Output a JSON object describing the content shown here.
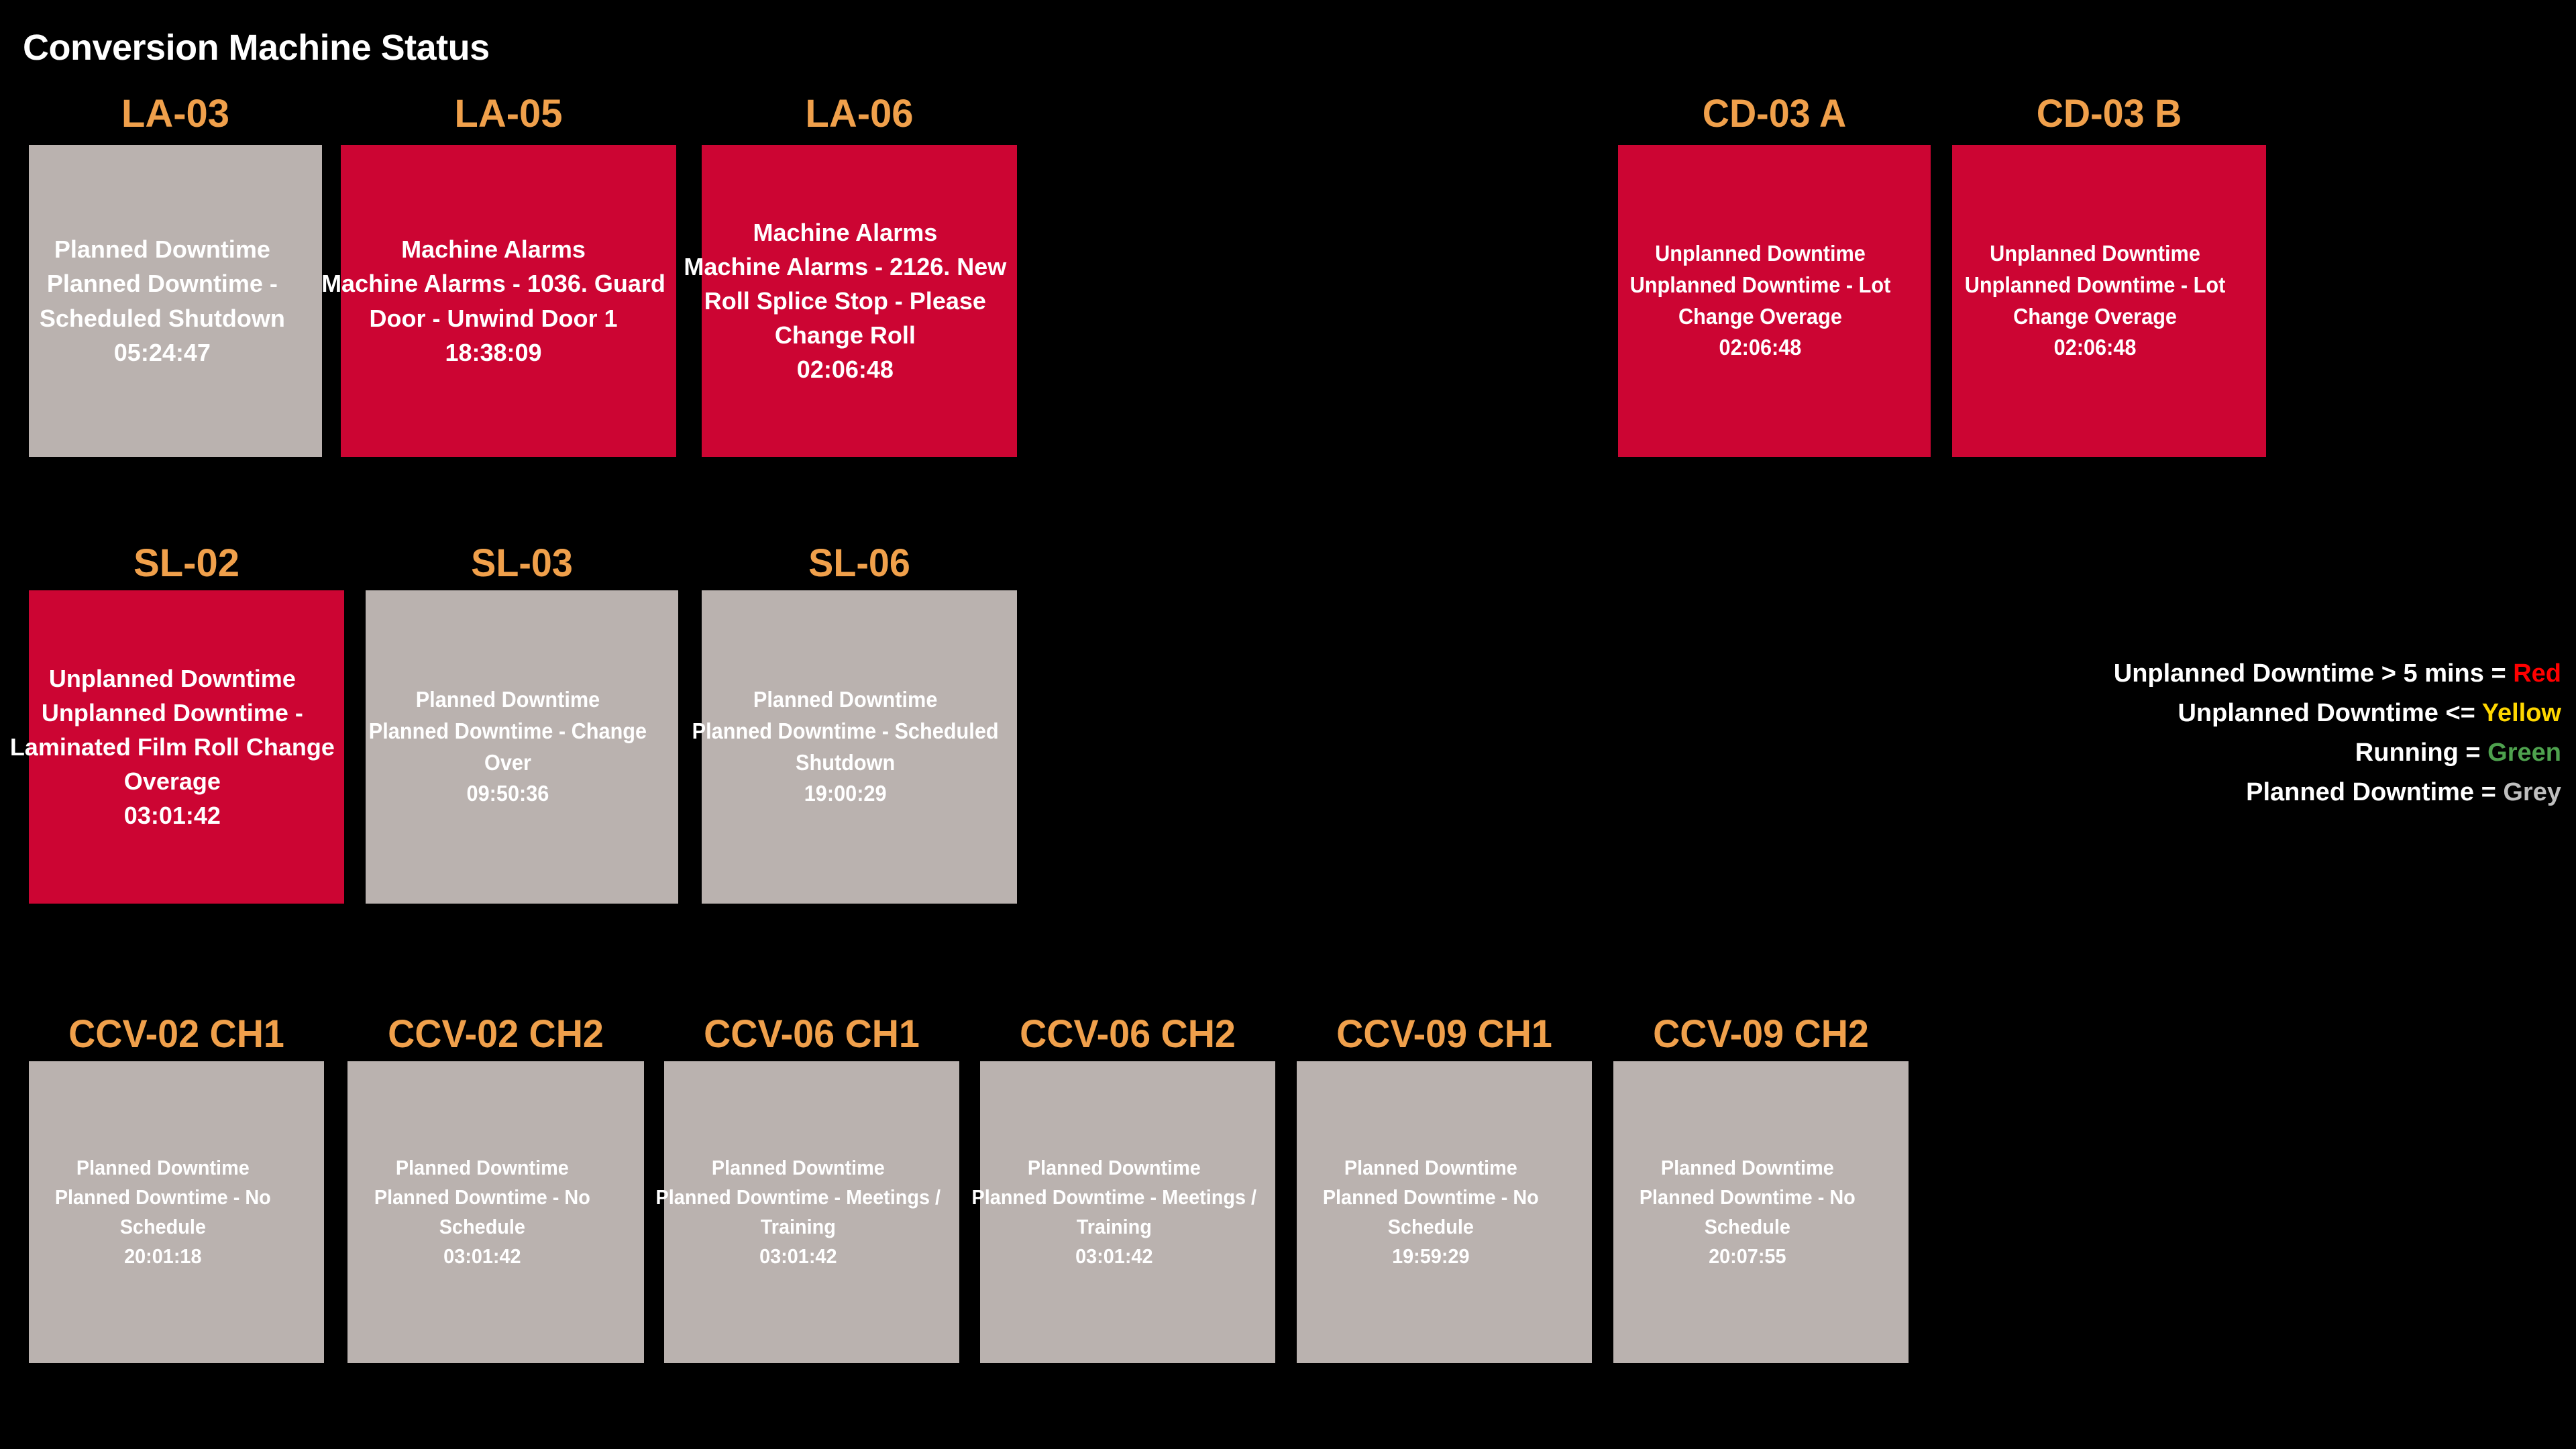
{
  "header": {
    "title": "Conversion Machine Status"
  },
  "colors": {
    "background": "#000000",
    "label": "#F0A04B",
    "red": "#CC0533",
    "grey": "#BAB2AF",
    "green": "#4EA24E",
    "yellow": "#FFD700",
    "text": "#FFFFFF"
  },
  "rows": [
    {
      "name": "laminator-row",
      "tiles": [
        {
          "label": "LA-03",
          "status": "grey",
          "lines": [
            "Planned Downtime",
            "Planned Downtime - Scheduled Shutdown",
            "05:24:47"
          ],
          "duration": "05:24:47"
        },
        {
          "label": "LA-05",
          "status": "red",
          "lines": [
            "Machine Alarms",
            "Machine Alarms - 1036. Guard Door - Unwind Door 1",
            "18:38:09"
          ],
          "duration": "18:38:09"
        },
        {
          "label": "LA-06",
          "status": "red",
          "lines": [
            "Machine Alarms",
            "Machine Alarms - 2126. New Roll Splice Stop - Please Change Roll",
            "02:06:48"
          ],
          "duration": "02:06:48"
        },
        {
          "label": "CD-03 A",
          "status": "red",
          "lines": [
            "Unplanned Downtime",
            "Unplanned Downtime - Lot Change Overage",
            "02:06:48"
          ],
          "duration": "02:06:48"
        },
        {
          "label": "CD-03 B",
          "status": "red",
          "lines": [
            "Unplanned Downtime",
            "Unplanned Downtime - Lot Change Overage",
            "02:06:48"
          ],
          "duration": "02:06:48"
        }
      ]
    },
    {
      "name": "slitter-row",
      "tiles": [
        {
          "label": "SL-02",
          "status": "red",
          "lines": [
            "Unplanned Downtime",
            "Unplanned Downtime - Laminated Film Roll Change Overage",
            "03:01:42"
          ],
          "duration": "03:01:42"
        },
        {
          "label": "SL-03",
          "status": "grey",
          "lines": [
            "Planned Downtime",
            "Planned Downtime - Change Over",
            "09:50:36"
          ],
          "duration": "09:50:36"
        },
        {
          "label": "SL-06",
          "status": "grey",
          "lines": [
            "Planned Downtime",
            "Planned Downtime - Scheduled Shutdown",
            "19:00:29"
          ],
          "duration": "19:00:29"
        }
      ]
    },
    {
      "name": "ccv-row",
      "tiles": [
        {
          "label": "CCV-02 CH1",
          "status": "grey",
          "lines": [
            "Planned Downtime",
            "Planned Downtime - No Schedule",
            "20:01:18"
          ],
          "duration": "20:01:18"
        },
        {
          "label": "CCV-02 CH2",
          "status": "grey",
          "lines": [
            "Planned Downtime",
            "Planned Downtime - No Schedule",
            "03:01:42"
          ],
          "duration": "03:01:42"
        },
        {
          "label": "CCV-06 CH1",
          "status": "grey",
          "lines": [
            "Planned Downtime",
            "Planned Downtime - Meetings / Training",
            "03:01:42"
          ],
          "duration": "03:01:42"
        },
        {
          "label": "CCV-06 CH2",
          "status": "grey",
          "lines": [
            "Planned Downtime",
            "Planned Downtime - Meetings / Training",
            "03:01:42"
          ],
          "duration": "03:01:42"
        },
        {
          "label": "CCV-09 CH1",
          "status": "grey",
          "lines": [
            "Planned Downtime",
            "Planned Downtime - No Schedule",
            "19:59:29"
          ],
          "duration": "19:59:29"
        },
        {
          "label": "CCV-09 CH2",
          "status": "grey",
          "lines": [
            "Planned Downtime",
            "Planned Downtime - No Schedule",
            "20:07:55"
          ],
          "duration": "20:07:55"
        }
      ]
    }
  ],
  "legend": {
    "lines": [
      {
        "text": "Unplanned Downtime > 5 mins = ",
        "keyword": "Red",
        "keyword_class": "kw-red"
      },
      {
        "text": "Unplanned Downtime <= ",
        "keyword": "Yellow",
        "keyword_class": "kw-yellow"
      },
      {
        "text": "Running = ",
        "keyword": "Green",
        "keyword_class": "kw-green"
      },
      {
        "text": "Planned Downtime = ",
        "keyword": "Grey",
        "keyword_class": "kw-grey"
      }
    ]
  }
}
